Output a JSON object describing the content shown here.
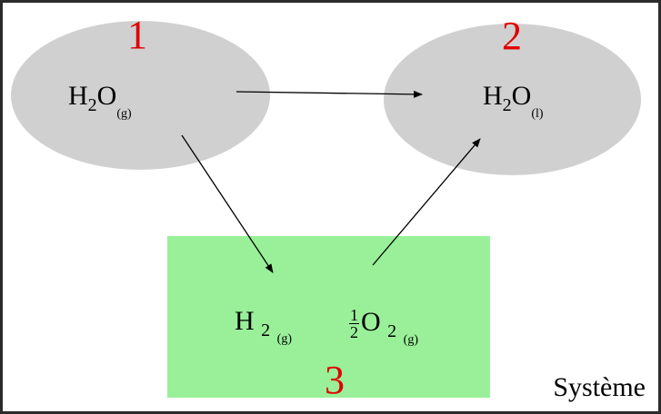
{
  "diagram": {
    "states": [
      {
        "number": "1",
        "formula": {
          "species": "H",
          "sub": "2",
          "rest": "O",
          "phase": "(g)"
        }
      },
      {
        "number": "2",
        "formula": {
          "species": "H",
          "sub": "2",
          "rest": "O",
          "phase": "(l)"
        }
      },
      {
        "number": "3",
        "species_a": {
          "species": "H",
          "sub": "2",
          "phase": "(g)"
        },
        "species_b": {
          "coef_num": "1",
          "coef_den": "2",
          "species": "O",
          "sub": "2",
          "phase": "(g)"
        }
      }
    ],
    "system_label": "Système",
    "colors": {
      "ellipse": "#d0d0d0",
      "rectangle": "#99f099",
      "number": "#e00000",
      "border": "#2b2b2b"
    }
  }
}
